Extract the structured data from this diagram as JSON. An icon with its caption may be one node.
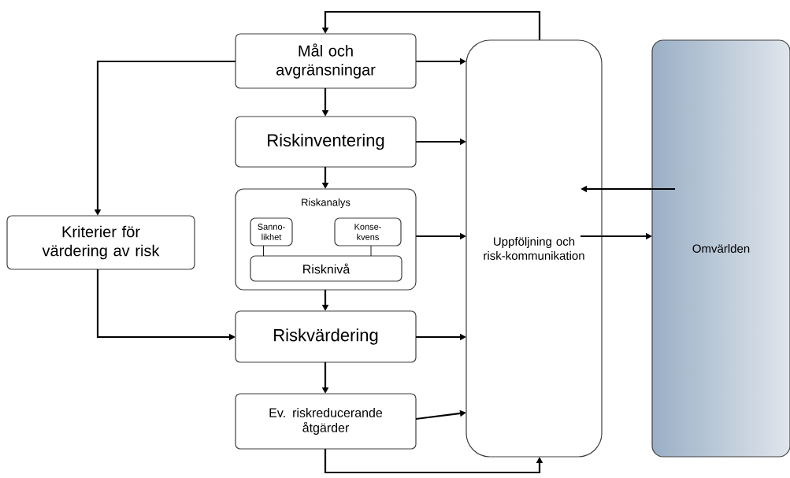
{
  "diagram": {
    "nodes": [
      {
        "text": [
          "Mål och avgränsningar"
        ]
      },
      {
        "text": [
          "Riskinventering"
        ]
      },
      {
        "text": [
          "Riskanalys"
        ]
      },
      {
        "text": [
          "Sanno-likhet"
        ],
        "in": 2
      },
      {
        "text": [
          "Konse-kvens"
        ],
        "in": 2
      },
      {
        "text": [
          "Risknivå"
        ],
        "in": 2
      },
      {
        "text": [
          "Kriterier för värdering av risk"
        ]
      },
      {
        "text": [
          "Riskvärdering"
        ]
      },
      {
        "text": [
          "Ev. riskreducerande åtgärder"
        ]
      },
      {
        "text": [
          "Uppföljning och risk-kommunikation"
        ]
      },
      {
        "text": [
          "Omvärlden"
        ]
      }
    ],
    "edges": [
      {
        "from": 0,
        "to": 1,
        "arrow": "to"
      },
      {
        "from": 1,
        "to": 2,
        "arrow": "to"
      },
      {
        "from": 2,
        "to": 7,
        "arrow": "to"
      },
      {
        "from": 7,
        "to": 8,
        "arrow": "to"
      },
      {
        "from": 0,
        "to": 9,
        "arrow": "to"
      },
      {
        "from": 1,
        "to": 9,
        "arrow": "to"
      },
      {
        "from": 2,
        "to": 9,
        "arrow": "to"
      },
      {
        "from": 7,
        "to": 9,
        "arrow": "to"
      },
      {
        "from": 8,
        "to": 9,
        "arrow": "to"
      },
      {
        "from": 10,
        "to": 9,
        "arrow": "to"
      },
      {
        "from": 9,
        "to": 10,
        "arrow": "to"
      },
      {
        "from": 0,
        "to": 6,
        "arrow": "to"
      },
      {
        "from": 6,
        "to": 7,
        "arrow": "to"
      },
      {
        "from": 9,
        "to": 0,
        "arrow": "to"
      },
      {
        "from": 8,
        "to": 9,
        "arrow": "to"
      },
      {
        "from": 3,
        "to": 5,
        "arrow": "none"
      },
      {
        "from": 4,
        "to": 5,
        "arrow": "none"
      }
    ]
  }
}
